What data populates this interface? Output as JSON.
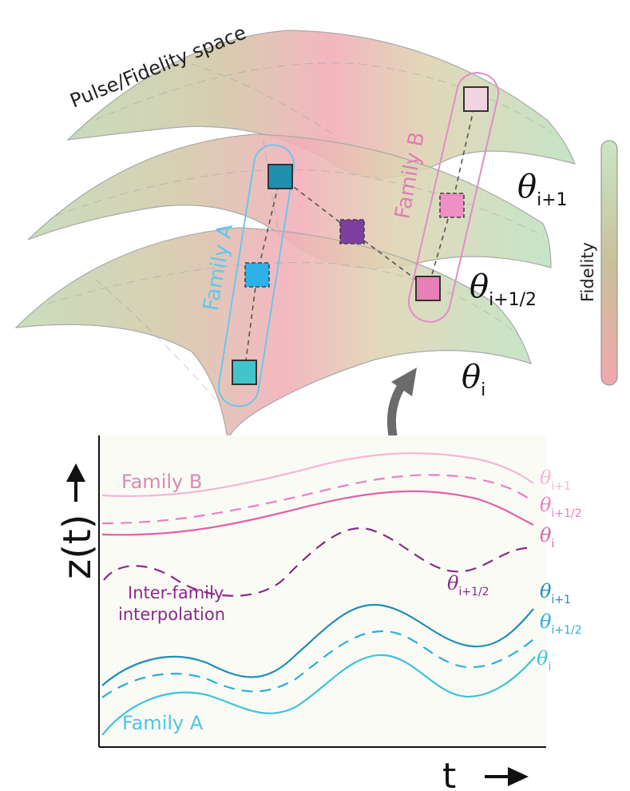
{
  "surface_title": "Pulse/Fidelity space",
  "colorbar": {
    "label": "Fidelity",
    "top_color": "#c9e6c4",
    "mid_color": "#c9c09a",
    "bottom_color": "#f2a7ad"
  },
  "surface_labels": {
    "top": {
      "symbol": "θ",
      "sub": "i+1"
    },
    "mid": {
      "symbol": "θ",
      "sub": "i+1/2"
    },
    "bottom": {
      "symbol": "θ",
      "sub": "i"
    }
  },
  "families": {
    "a": {
      "label": "Family A",
      "color": "#4fc3e6"
    },
    "b": {
      "label": "Family B",
      "color": "#e88cc8"
    }
  },
  "plot": {
    "y_axis_label": "z(t)",
    "x_axis_label": "t",
    "family_b_label": "Family B",
    "family_a_label": "Family A",
    "inter_label_line1": "Inter-family",
    "inter_label_line2": "interpolation",
    "inter_curve_label": {
      "symbol": "θ",
      "sub": "i+1/2"
    },
    "family_b_curve_labels": [
      {
        "symbol": "θ",
        "sub": "i+1"
      },
      {
        "symbol": "θ",
        "sub": "i+1/2"
      },
      {
        "symbol": "θ",
        "sub": "i"
      }
    ],
    "family_a_curve_labels": [
      {
        "symbol": "θ",
        "sub": "i+1"
      },
      {
        "symbol": "θ",
        "sub": "i+1/2"
      },
      {
        "symbol": "θ",
        "sub": "i"
      }
    ],
    "colors": {
      "b_light": "#f4b6d6",
      "b_mid": "#ec7fbe",
      "b_dark": "#e062a8",
      "inter": "#8b2a8b",
      "a_dark": "#1e8fb5",
      "a_mid": "#29aee0",
      "a_light": "#3cc3d6"
    }
  }
}
